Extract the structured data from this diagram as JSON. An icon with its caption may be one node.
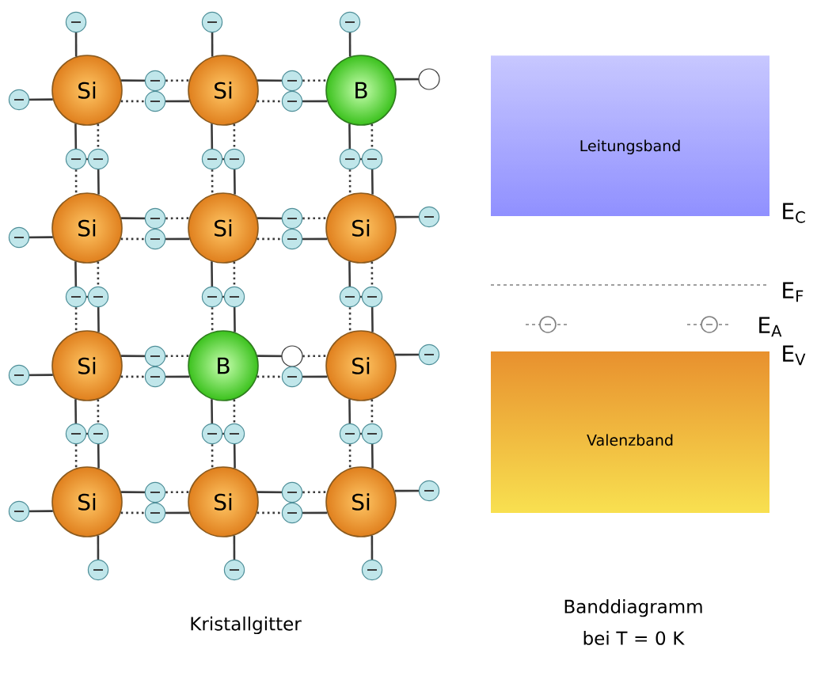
{
  "diagram": {
    "nodes": [
      {
        "text": [
          "Si"
        ]
      },
      {
        "text": [
          "Si"
        ]
      },
      {
        "text": [
          "B"
        ]
      },
      {
        "text": [
          "Si"
        ]
      },
      {
        "text": [
          "Si"
        ]
      },
      {
        "text": [
          "Si"
        ]
      },
      {
        "text": [
          "Si"
        ]
      },
      {
        "text": [
          "B"
        ]
      },
      {
        "text": [
          "Si"
        ]
      },
      {
        "text": [
          "Si"
        ]
      },
      {
        "text": [
          "Si"
        ]
      },
      {
        "text": [
          "Si"
        ]
      },
      {
        "text": [
          "Leitungsband"
        ]
      },
      {
        "text": [
          "Valenzband"
        ]
      }
    ],
    "edges": [
      {
        "from": 0,
        "to": 1,
        "arrow": "none"
      },
      {
        "from": 1,
        "to": 2,
        "arrow": "none"
      },
      {
        "from": 0,
        "to": 3,
        "arrow": "none"
      },
      {
        "from": 1,
        "to": 4,
        "arrow": "none"
      },
      {
        "from": 2,
        "to": 5,
        "arrow": "none"
      },
      {
        "from": 3,
        "to": 4,
        "arrow": "none"
      },
      {
        "from": 4,
        "to": 5,
        "arrow": "none"
      },
      {
        "from": 3,
        "to": 6,
        "arrow": "none"
      },
      {
        "from": 4,
        "to": 7,
        "arrow": "none"
      },
      {
        "from": 5,
        "to": 8,
        "arrow": "none"
      },
      {
        "from": 6,
        "to": 7,
        "arrow": "none"
      },
      {
        "from": 7,
        "to": 8,
        "arrow": "none"
      },
      {
        "from": 6,
        "to": 9,
        "arrow": "none"
      },
      {
        "from": 7,
        "to": 10,
        "arrow": "none"
      },
      {
        "from": 8,
        "to": 11,
        "arrow": "none"
      },
      {
        "from": 9,
        "to": 10,
        "arrow": "none"
      },
      {
        "from": 10,
        "to": 11,
        "arrow": "none"
      }
    ],
    "labels": [
      "E$_{C}$",
      "E$_{F}$",
      "E$_{A}$",
      "E$_{V}$",
      "Kristallgitter",
      "Banddiagramm bei T = 0 K"
    ]
  }
}
